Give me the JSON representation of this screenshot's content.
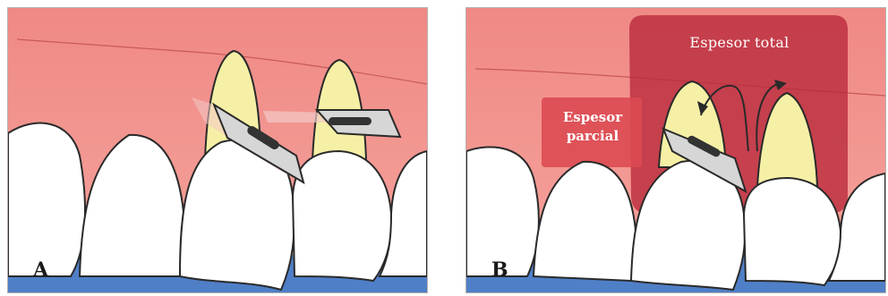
{
  "panels": [
    {
      "letter": "A"
    },
    {
      "letter": "B",
      "labels": {
        "full_thickness": "Espesor total",
        "partial_thickness": "Espesor\nparcial"
      }
    }
  ],
  "colors": {
    "gingiva": "#f29b96",
    "gingiva_gradient_top": "#ef8a86",
    "bone_root": "#f6f0a6",
    "tooth": "#ffffff",
    "outline": "#2a2a2a",
    "base_blue": "#4f7fc7",
    "full_thickness_zone": "#b8283a",
    "partial_thickness_zone": "#dc4a52",
    "blade": "#d6d6d6",
    "blade_slot": "#333333"
  }
}
